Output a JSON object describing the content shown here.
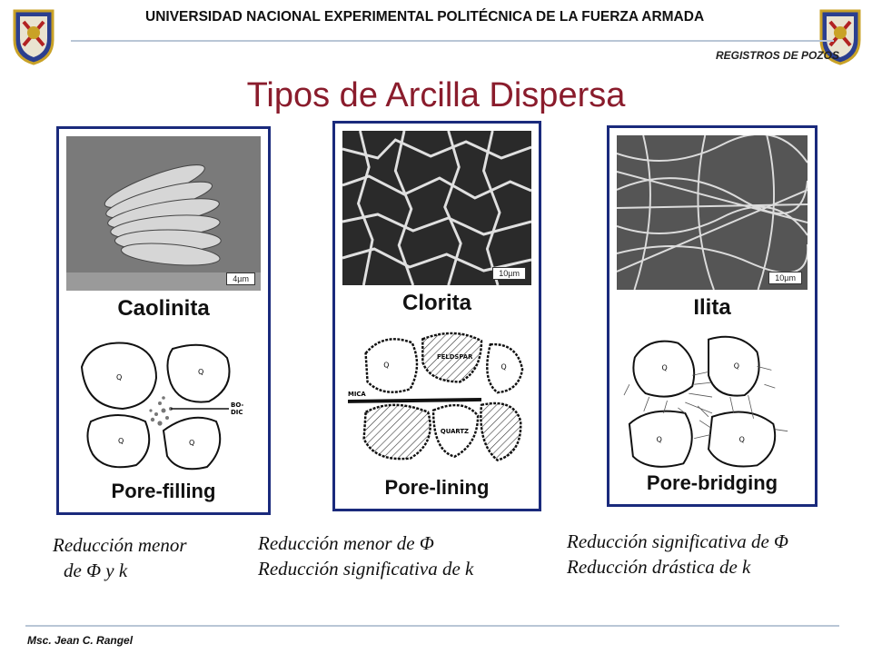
{
  "header": {
    "university": "UNIVERSIDAD NACIONAL EXPERIMENTAL POLITÉCNICA DE LA FUERZA ARMADA",
    "course": "REGISTROS DE POZOS",
    "logo_colors": {
      "shield": "#2b3f8f",
      "accent": "#c9a227",
      "red": "#b22222"
    }
  },
  "slide": {
    "title": "Tipos de Arcilla Dispersa",
    "title_color": "#8a1c2c"
  },
  "panels": [
    {
      "scale": "4µm",
      "clay": "Caolinita",
      "grain_labels": [
        "Q",
        "Q",
        "Q",
        "Q"
      ],
      "extra_label": "BO-\nDIC",
      "pore_type": "Pore-filling"
    },
    {
      "scale": "10µm",
      "clay": "Clorita",
      "grain_labels": [
        "Q",
        "FELDSPAR",
        "Q",
        "QUARTZ"
      ],
      "extra_label": "MICA",
      "pore_type": "Pore-lining"
    },
    {
      "scale": "10µm",
      "clay": "Ilita",
      "grain_labels": [
        "Q",
        "Q",
        "Q",
        "Q"
      ],
      "extra_label": "",
      "pore_type": "Pore-bridging"
    }
  ],
  "captions": [
    {
      "line1": "Reducción menor",
      "line2": "de Φ y k"
    },
    {
      "line1": "Reducción menor  de Φ",
      "line2": "Reducción significativa de k"
    },
    {
      "line1": "Reducción significativa de Φ",
      "line2": "Reducción drástica de k"
    }
  ],
  "footer": {
    "author": "Msc. Jean C. Rangel"
  },
  "colors": {
    "panel_border": "#1a2a7c",
    "rule": "#b9c6d6"
  }
}
